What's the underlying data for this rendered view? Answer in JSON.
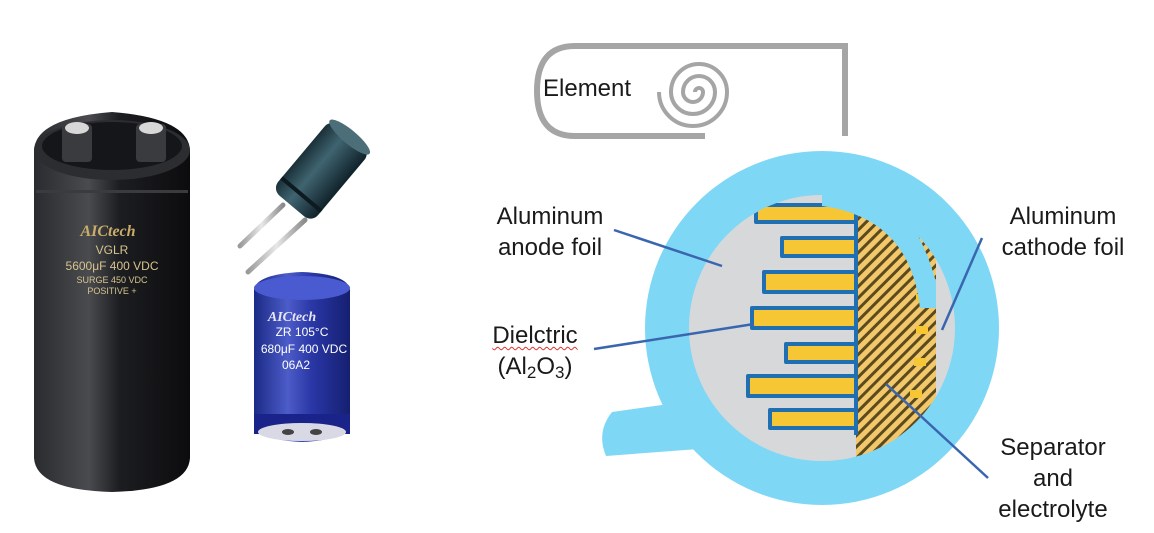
{
  "colors": {
    "cathode_case": "#1e1f22",
    "blue_case": "#26329a",
    "small_cap": "#1f3d46",
    "outer_ring": "#7fd7f6",
    "inner_disc": "#d6d8da",
    "anode_outline": "#1f6fb2",
    "anode_fill": "#f6c635",
    "separator_hatch": "#5a4a1e",
    "leader": "#3a66b0",
    "roll_outline": "#a5a5a5"
  },
  "photos": {
    "large_capacitor": {
      "brand": "AICtech",
      "lines": [
        "VGLR",
        "5600μF 400 VDC",
        "SURGE 450 VDC",
        "POSITIVE    +"
      ]
    },
    "blue_capacitor": {
      "brand": "AICtech",
      "lines": [
        "ZR   105°C",
        "680μF 400 VDC",
        "06A2"
      ]
    }
  },
  "labels": {
    "element": "Element",
    "anode_line1": "Aluminum",
    "anode_line2": "anode foil",
    "cathode_line1": "Aluminum",
    "cathode_line2": "cathode foil",
    "dielectric": "Dielctric",
    "dielectric_formula": {
      "open": "(Al",
      "sub1": "2",
      "mid": "O",
      "sub2": "3",
      "close": ")"
    },
    "separator_line1": "Separator",
    "separator_line2": "and",
    "separator_line3": "electrolyte"
  }
}
